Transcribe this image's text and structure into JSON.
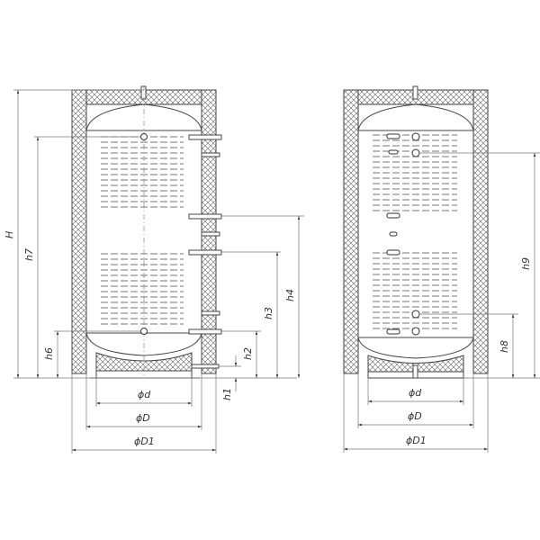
{
  "drawing": {
    "title": "Buffer tank dimensional drawing",
    "left_view": {
      "dimensions_vertical": [
        "H",
        "h7",
        "h6",
        "h4",
        "h3",
        "h2",
        "h1"
      ],
      "dimensions_horizontal": [
        "ϕd",
        "ϕD",
        "ϕD1"
      ]
    },
    "right_view": {
      "dimensions_vertical": [
        "h9",
        "h8"
      ],
      "dimensions_horizontal": [
        "ϕd",
        "ϕD",
        "ϕD1"
      ]
    }
  },
  "labels": {
    "H": "H",
    "h7": "h7",
    "h6": "h6",
    "h4": "h4",
    "h3": "h3",
    "h2": "h2",
    "h1": "h1",
    "h9": "h9",
    "h8": "h8",
    "d": "ϕd",
    "D": "ϕD",
    "D1": "ϕD1"
  },
  "colors": {
    "line": "#444444",
    "hatch": "#666666",
    "background": "#ffffff"
  }
}
